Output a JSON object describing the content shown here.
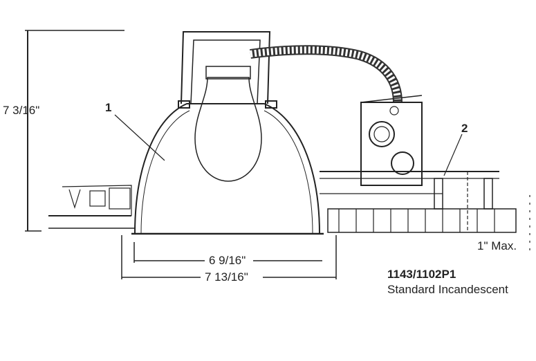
{
  "dimensions": {
    "height": "7 3/16\"",
    "inner_width": "6 9/16\"",
    "outer_width": "7 13/16\"",
    "ceiling_max": "1\" Max."
  },
  "callouts": {
    "part1": "1",
    "part2": "2"
  },
  "product": {
    "model": "1143/1102P1",
    "description": "Standard Incandescent"
  }
}
